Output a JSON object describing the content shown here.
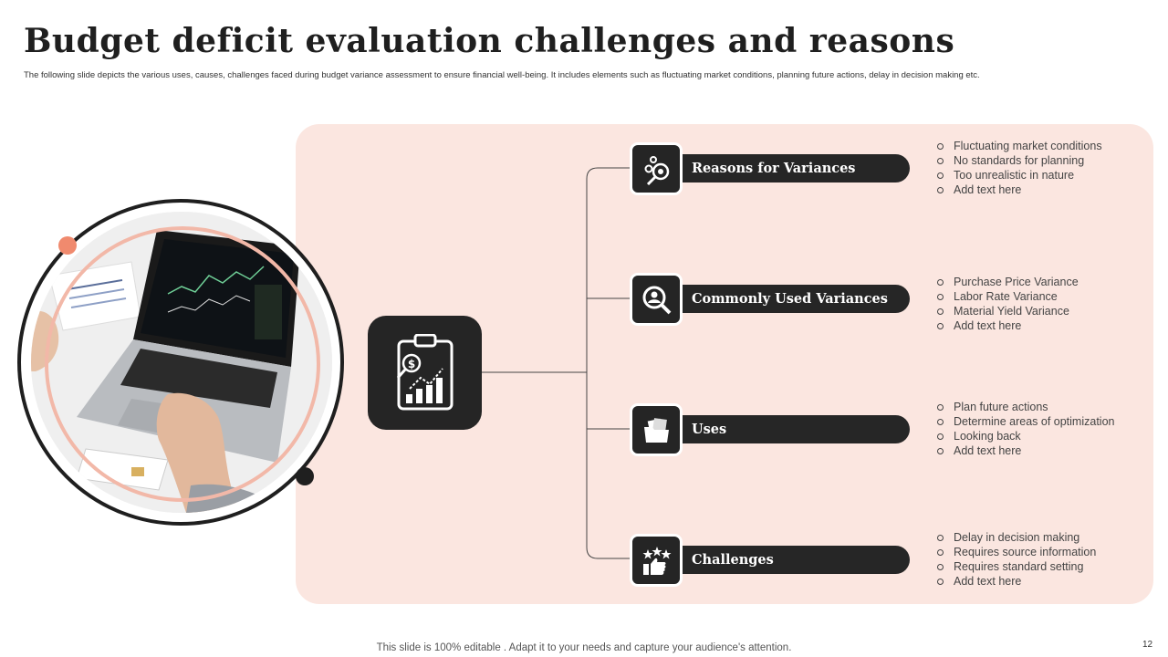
{
  "slide": {
    "title": "Budget deficit evaluation challenges and reasons",
    "subtitle": "The following slide depicts the various uses, causes, challenges faced during budget variance assessment to ensure financial well-being. It includes elements  such as fluctuating market conditions, planning future actions, delay in decision making  etc.",
    "footer": "This slide is 100% editable . Adapt it to your needs and capture your audience's attention.",
    "page_number": "12"
  },
  "hub": {
    "icon": "clipboard-chart-icon"
  },
  "branches": [
    {
      "label": "Reasons for Variances",
      "icon": "gears-magnifier-icon",
      "bullets": [
        "Fluctuating market conditions",
        "No standards for  planning",
        "Too unrealistic in nature",
        "Add text here"
      ]
    },
    {
      "label": "Commonly Used Variances",
      "icon": "user-search-icon",
      "bullets": [
        "Purchase Price Variance",
        "Labor Rate Variance",
        "Material Yield Variance",
        "Add text here"
      ]
    },
    {
      "label": "Uses",
      "icon": "folder-documents-icon",
      "bullets": [
        "Plan future  actions",
        "Determine  areas of optimization",
        "Looking back",
        "Add text here"
      ]
    },
    {
      "label": "Challenges",
      "icon": "stars-thumbs-up-icon",
      "bullets": [
        "Delay  in decision making",
        "Requires  source information",
        "Requires  standard setting",
        "Add text here"
      ]
    }
  ],
  "colors": {
    "panel_bg": "#fbe6e0",
    "dark": "#252525",
    "accent": "#f08a6e",
    "ring": "#f2b8a8"
  }
}
